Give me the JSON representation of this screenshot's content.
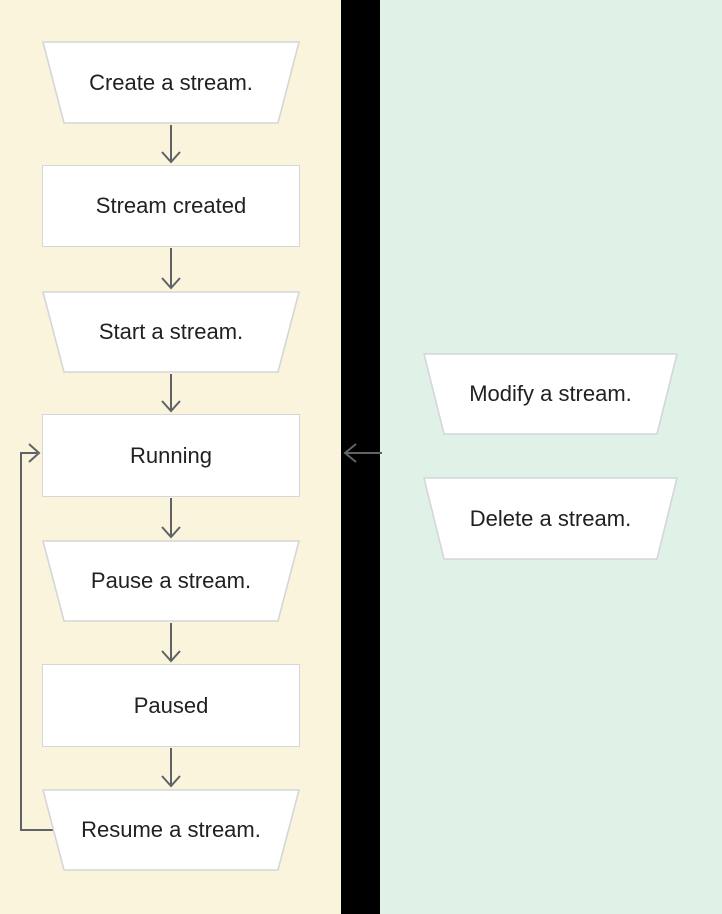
{
  "diagram": {
    "title": "Stream lifecycle flowchart",
    "colors": {
      "background": "#000000",
      "left_panel_bg": "#FBF4DC",
      "right_panel_bg": "#E0F1E8",
      "node_fill": "#FFFFFF",
      "node_border": "#D4D6D8",
      "arrow": "#5F6368",
      "text": "#212121"
    },
    "left_flow": {
      "nodes": [
        {
          "label": "Create a stream.",
          "shape": "trapezoid",
          "kind": "action"
        },
        {
          "label": "Stream created",
          "shape": "rect",
          "kind": "state"
        },
        {
          "label": "Start a stream.",
          "shape": "trapezoid",
          "kind": "action"
        },
        {
          "label": "Running",
          "shape": "rect",
          "kind": "state"
        },
        {
          "label": "Pause a stream.",
          "shape": "trapezoid",
          "kind": "action"
        },
        {
          "label": "Paused",
          "shape": "rect",
          "kind": "state"
        },
        {
          "label": "Resume a stream.",
          "shape": "trapezoid",
          "kind": "action"
        }
      ],
      "edges": [
        "Create a stream. -> Stream created",
        "Stream created -> Start a stream.",
        "Start a stream. -> Running",
        "Running -> Pause a stream.",
        "Pause a stream. -> Paused",
        "Paused -> Resume a stream.",
        "Resume a stream. -> Running (loop back)"
      ]
    },
    "right_actions": {
      "nodes": [
        {
          "label": "Modify a stream.",
          "shape": "trapezoid",
          "kind": "action"
        },
        {
          "label": "Delete a stream.",
          "shape": "trapezoid",
          "kind": "action"
        }
      ],
      "edges": [
        "Right actions -> Running (arrow pointing left)"
      ]
    }
  }
}
